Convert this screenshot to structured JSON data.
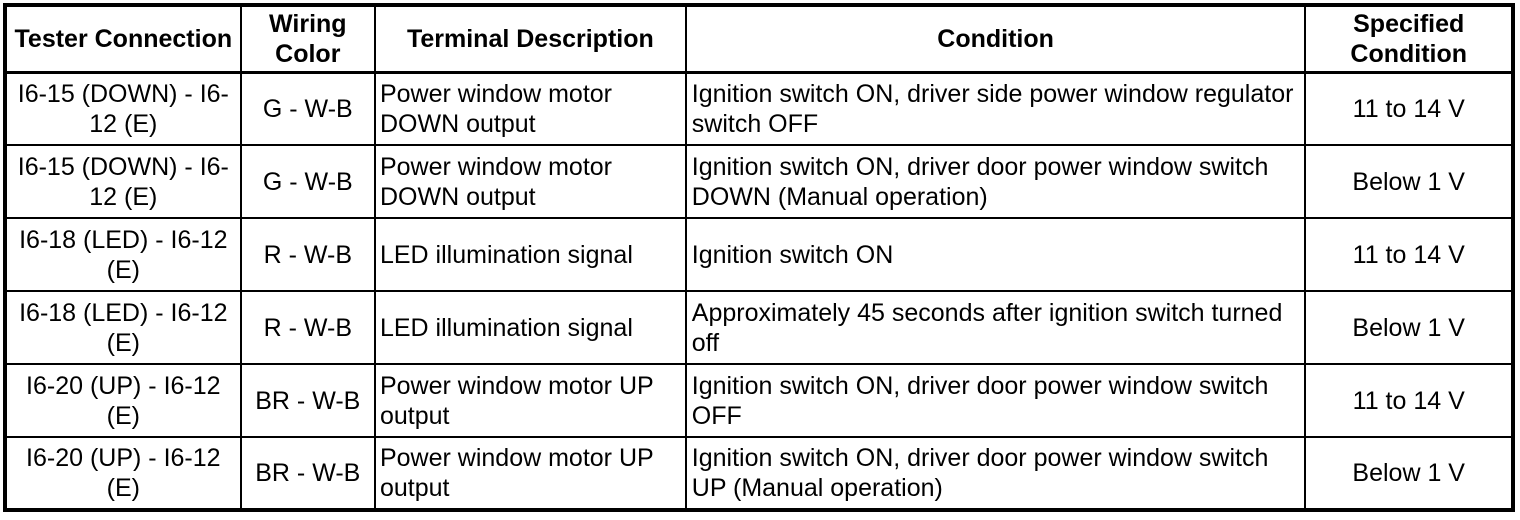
{
  "table": {
    "columns": [
      {
        "key": "tester-connection",
        "label": "Tester Connection"
      },
      {
        "key": "wiring-color",
        "label": "Wiring Color"
      },
      {
        "key": "terminal-description",
        "label": "Terminal Description"
      },
      {
        "key": "condition",
        "label": "Condition"
      },
      {
        "key": "specified-condition",
        "label": "Specified Condition"
      }
    ],
    "rows": [
      [
        "I6-15 (DOWN) - I6-12 (E)",
        "G - W-B",
        "Power window motor DOWN output",
        "Ignition switch ON, driver side power window regulator switch OFF",
        "11 to 14 V"
      ],
      [
        "I6-15 (DOWN) - I6-12 (E)",
        "G - W-B",
        "Power window motor DOWN output",
        "Ignition switch ON, driver door power window switch DOWN (Manual operation)",
        "Below 1 V"
      ],
      [
        "I6-18 (LED) - I6-12 (E)",
        "R - W-B",
        "LED illumination signal",
        "Ignition switch ON",
        "11 to 14 V"
      ],
      [
        "I6-18 (LED) - I6-12 (E)",
        "R - W-B",
        "LED illumination signal",
        "Approximately 45 seconds after ignition switch turned off",
        "Below 1 V"
      ],
      [
        "I6-20 (UP) - I6-12 (E)",
        "BR - W-B",
        "Power window motor UP output",
        "Ignition switch ON, driver door power window switch OFF",
        "11 to 14 V"
      ],
      [
        "I6-20 (UP) - I6-12 (E)",
        "BR - W-B",
        "Power window motor UP output",
        "Ignition switch ON, driver door power window switch UP (Manual operation)",
        "Below 1 V"
      ]
    ],
    "colors": {
      "border": "#000000",
      "text": "#000000",
      "background": "#ffffff"
    }
  }
}
